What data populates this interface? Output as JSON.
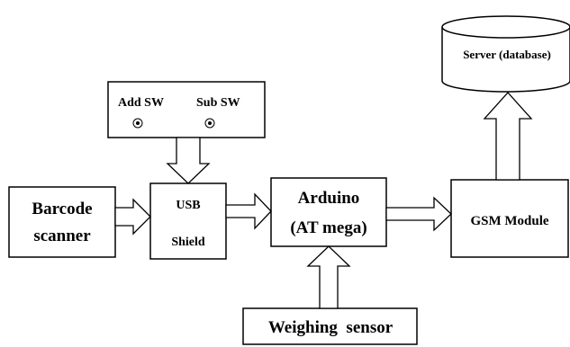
{
  "blocks": {
    "server": {
      "label": "Server (database)"
    },
    "switches": {
      "add_label": "Add SW",
      "sub_label": "Sub SW"
    },
    "barcode": {
      "line1": "Barcode",
      "line2": "scanner"
    },
    "usb": {
      "line1": "USB",
      "line2": "Shield"
    },
    "arduino": {
      "line1": "Arduino",
      "line2": "(AT mega)"
    },
    "gsm": {
      "label": "GSM Module"
    },
    "weighing": {
      "label": "Weighing  sensor"
    }
  },
  "connections": [
    {
      "from": "switches",
      "to": "usb"
    },
    {
      "from": "barcode",
      "to": "usb"
    },
    {
      "from": "usb",
      "to": "arduino"
    },
    {
      "from": "arduino",
      "to": "gsm"
    },
    {
      "from": "weighing",
      "to": "arduino"
    },
    {
      "from": "gsm",
      "to": "server"
    }
  ]
}
